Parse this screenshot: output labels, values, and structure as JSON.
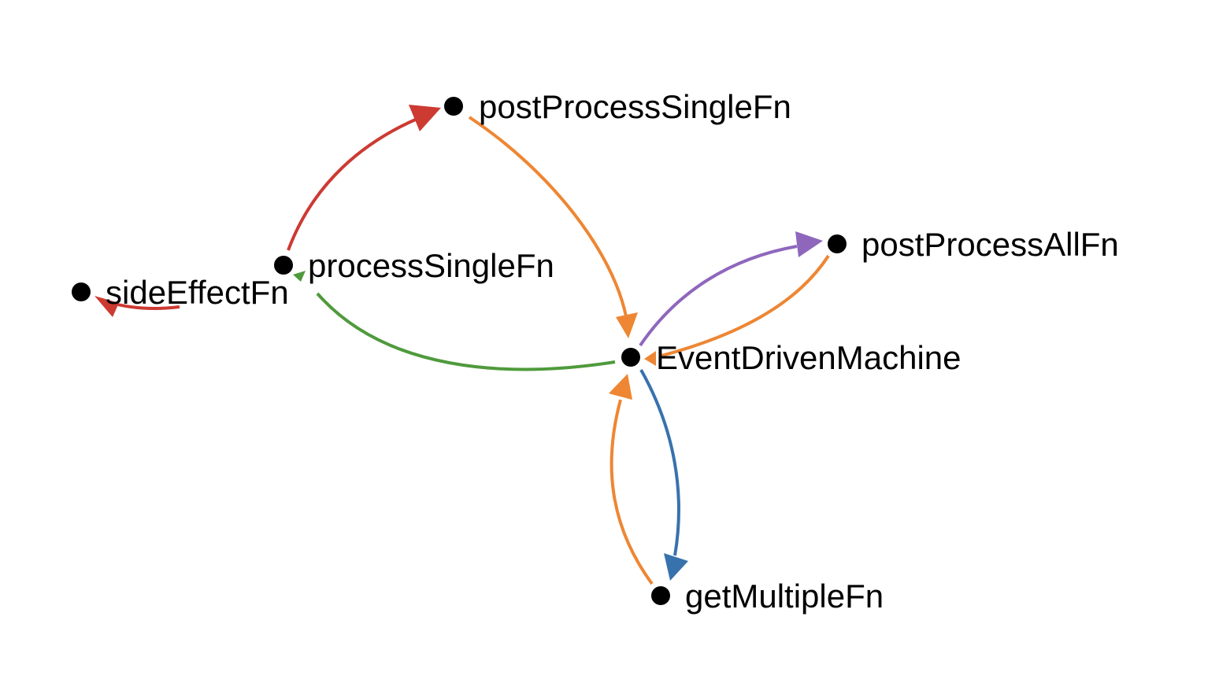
{
  "colors": {
    "red": "#cc3a32",
    "orange": "#ee8633",
    "green": "#4f9a3c",
    "purple": "#8e67bd",
    "blue": "#3872ad",
    "node": "#000000"
  },
  "nodes": {
    "postProcessSingleFn": {
      "label": "postProcessSingleFn"
    },
    "processSingleFn": {
      "label": "processSingleFn"
    },
    "sideEffectFn": {
      "label": "sideEffectFn"
    },
    "postProcessAllFn": {
      "label": "postProcessAllFn"
    },
    "EventDrivenMachine": {
      "label": "EventDrivenMachine"
    },
    "getMultipleFn": {
      "label": "getMultipleFn"
    }
  },
  "edges": [
    {
      "id": "processSingleFn-to-postProcessSingleFn",
      "from": "processSingleFn",
      "to": "postProcessSingleFn",
      "color": "red"
    },
    {
      "id": "postProcessSingleFn-to-EventDrivenMachine",
      "from": "postProcessSingleFn",
      "to": "EventDrivenMachine",
      "color": "orange"
    },
    {
      "id": "EventDrivenMachine-to-processSingleFn",
      "from": "EventDrivenMachine",
      "to": "processSingleFn",
      "color": "green"
    },
    {
      "id": "processSingleFn-to-sideEffectFn",
      "from": "processSingleFn",
      "to": "sideEffectFn",
      "color": "red"
    },
    {
      "id": "EventDrivenMachine-to-postProcessAllFn",
      "from": "EventDrivenMachine",
      "to": "postProcessAllFn",
      "color": "purple"
    },
    {
      "id": "postProcessAllFn-to-EventDrivenMachine",
      "from": "postProcessAllFn",
      "to": "EventDrivenMachine",
      "color": "orange"
    },
    {
      "id": "EventDrivenMachine-to-getMultipleFn",
      "from": "EventDrivenMachine",
      "to": "getMultipleFn",
      "color": "blue"
    },
    {
      "id": "getMultipleFn-to-EventDrivenMachine",
      "from": "getMultipleFn",
      "to": "EventDrivenMachine",
      "color": "orange"
    }
  ]
}
